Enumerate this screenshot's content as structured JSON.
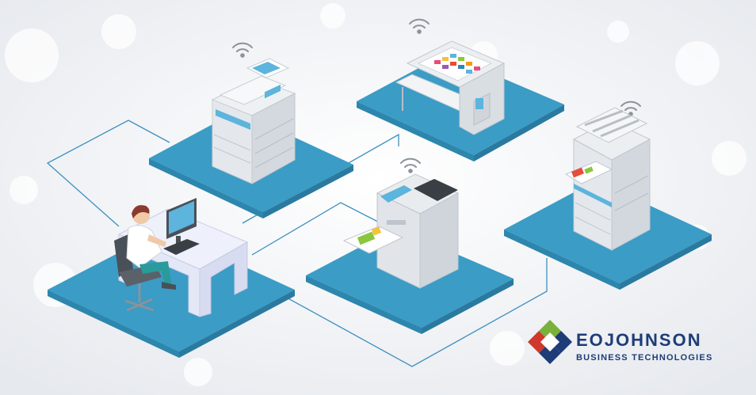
{
  "logo": {
    "brand_part1": "EO",
    "brand_part2": "JOHNSON",
    "tagline": "BUSINESS TECHNOLOGIES"
  },
  "colors": {
    "platform": "#3b9cc6",
    "platform_dark": "#2d86ad",
    "line": "#3f8fbf",
    "logo_navy": "#1e3c78",
    "logo_green": "#79b13b",
    "logo_red": "#d0382b"
  }
}
